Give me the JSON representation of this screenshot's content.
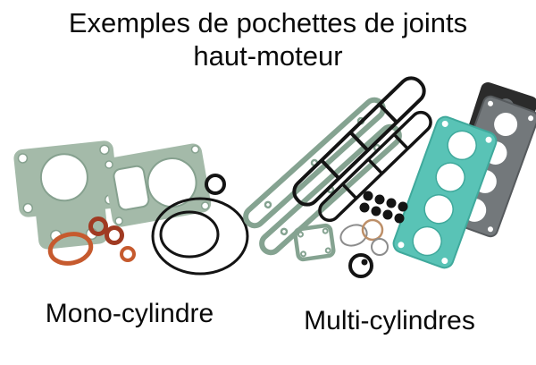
{
  "title": {
    "line1": "Exemples de pochettes de joints",
    "line2": "haut-moteur"
  },
  "captions": {
    "mono": "Mono-cylindre",
    "multi": "Multi-cylindres"
  },
  "illustration": {
    "colors": {
      "gasket_green": "#a4baa9",
      "gasket_green_stroke": "#85a391",
      "oring_orange": "#c65a2e",
      "oring_red": "#a03a22",
      "rubber_black": "#141414",
      "head_gasket_teal": "#59c3b6",
      "head_gasket_teal_stroke": "#3fa99c",
      "metal_grey": "#73787b",
      "metal_grey_stroke": "#565a5d",
      "cover_black": "#2b2b2b",
      "ring_grey": "#8c8c8c",
      "ring_tan": "#bd8f68"
    }
  }
}
